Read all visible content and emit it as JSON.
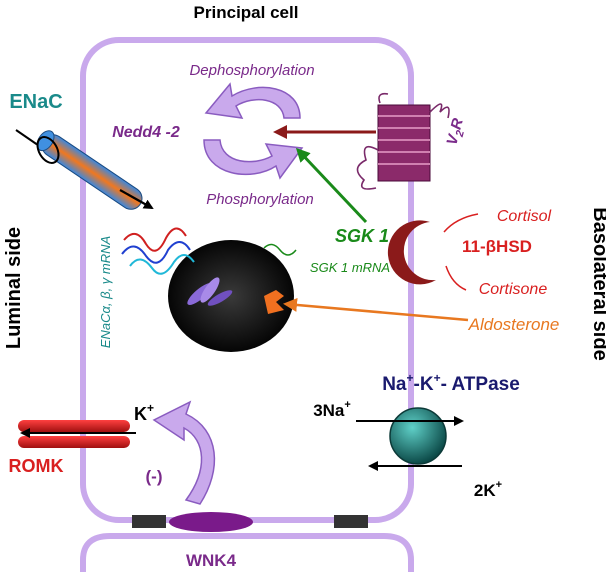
{
  "title": "Principal cell",
  "sides": {
    "luminal": "Luminal side",
    "basolateral": "Basolateral side"
  },
  "channels": {
    "enac": "ENaC",
    "romk": "ROMK",
    "wnk4": "WNK4"
  },
  "cycle": {
    "dephosphorylation": "Dephosphorylation",
    "phosphorylation": "Phosphorylation",
    "nedd4": "Nedd4 -2"
  },
  "receptor": {
    "base": "V",
    "sub": "2",
    "end": "R"
  },
  "sgk": {
    "protein": "SGK 1",
    "mrna": "SGK 1 mRNA"
  },
  "enac_mrna": "ENaCα, β, γ mRNA",
  "hormones": {
    "cortisol": "Cortisol",
    "cortisone": "Cortisone",
    "enzyme": "11-βHSD",
    "aldosterone": "Aldosterone"
  },
  "pump": {
    "na": "Na",
    "sup_plus": "+",
    "dash": "-K",
    "atpase": "- ATPase",
    "na_in_num": "3Na",
    "k_in_num": "2K"
  },
  "potassium": {
    "label": "K",
    "sup": "+"
  },
  "inhibit": "(-)",
  "colors": {
    "membrane": "#c9a9ec",
    "cycle_arrow": "#b98de0",
    "purple_text": "#7a2a8a",
    "green": "#1a8a1a",
    "red": "#d92020",
    "orange": "#e87820",
    "navy": "#1a1a6e",
    "teal": "#1a8a8a",
    "dark_red": "#8b1a1a"
  }
}
